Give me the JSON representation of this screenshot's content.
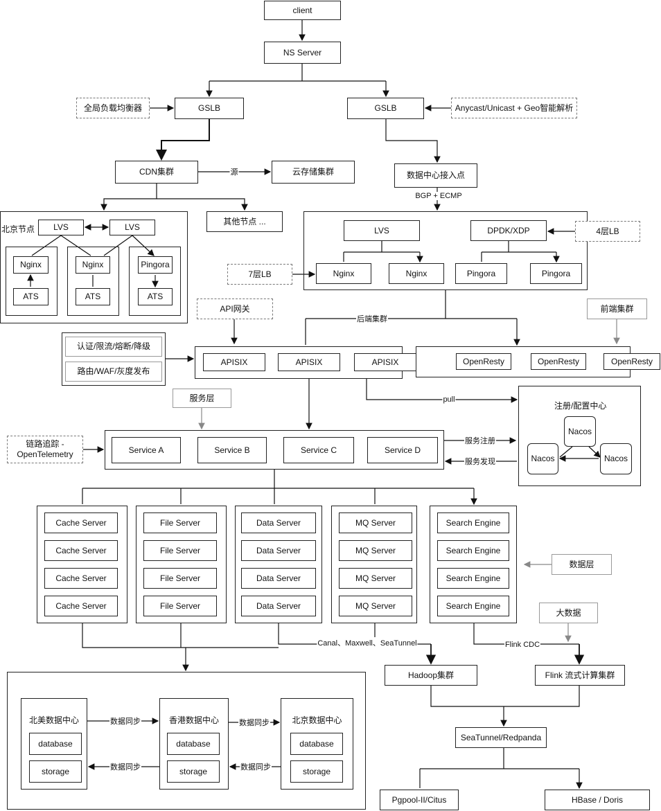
{
  "top": {
    "client": "client",
    "ns": "NS Server",
    "global_lb": "全局负载均衡器",
    "gslb_left": "GSLB",
    "gslb_right": "GSLB",
    "anycast": "Anycast/Unicast  + Geo智能解析"
  },
  "cdn": {
    "cluster": "CDN集群",
    "origin_label": "源",
    "cloud_storage": "云存储集群",
    "other_nodes": "其他节点 ...",
    "beijing_node": "北京节点",
    "lvs": "LVS",
    "nginx": "Nginx",
    "pingora": "Pingora",
    "ats": "ATS"
  },
  "dc": {
    "entry": "数据中心接入点",
    "bgp": "BGP + ECMP",
    "lvs": "LVS",
    "dpdk": "DPDK/XDP",
    "nginx": "Nginx",
    "pingora": "Pingora",
    "l4": "4层LB",
    "l7": "7层LB",
    "backend_label": "后端集群"
  },
  "gateway": {
    "api_gateway": "API网关",
    "frontend": "前端集群",
    "features": [
      "认证/限流/熔断/降级",
      "路由/WAF/灰度发布"
    ],
    "apisix": "APISIX",
    "openresty": "OpenResty",
    "pull": "pull"
  },
  "service": {
    "layer": "服务层",
    "tracing": "链路追踪 - OpenTelemetry",
    "items": [
      "Service A",
      "Service B",
      "Service C",
      "Service D"
    ],
    "register": "服务注册",
    "discover": "服务发现"
  },
  "registry": {
    "title": "注册/配置中心",
    "nacos": "Nacos"
  },
  "data": {
    "layer": "数据层",
    "columns": [
      "Cache Server",
      "File Server",
      "Data Server",
      "MQ Server",
      "Search Engine"
    ],
    "sync_tools": "Canal、Maxwell、SeaTunnel",
    "flink_cdc": "Flink CDC"
  },
  "bigdata": {
    "label": "大数据",
    "hadoop": "Hadoop集群",
    "flink": "Flink 流式计算集群",
    "seatunnel": "SeaTunnel/Redpanda",
    "pgpool": "Pgpool-II/Citus",
    "hbase": "HBase / Doris"
  },
  "datacenters": {
    "items": [
      "北美数据中心",
      "香港数据中心",
      "北京数据中心"
    ],
    "database": "database",
    "storage": "storage",
    "sync": "数据同步"
  }
}
